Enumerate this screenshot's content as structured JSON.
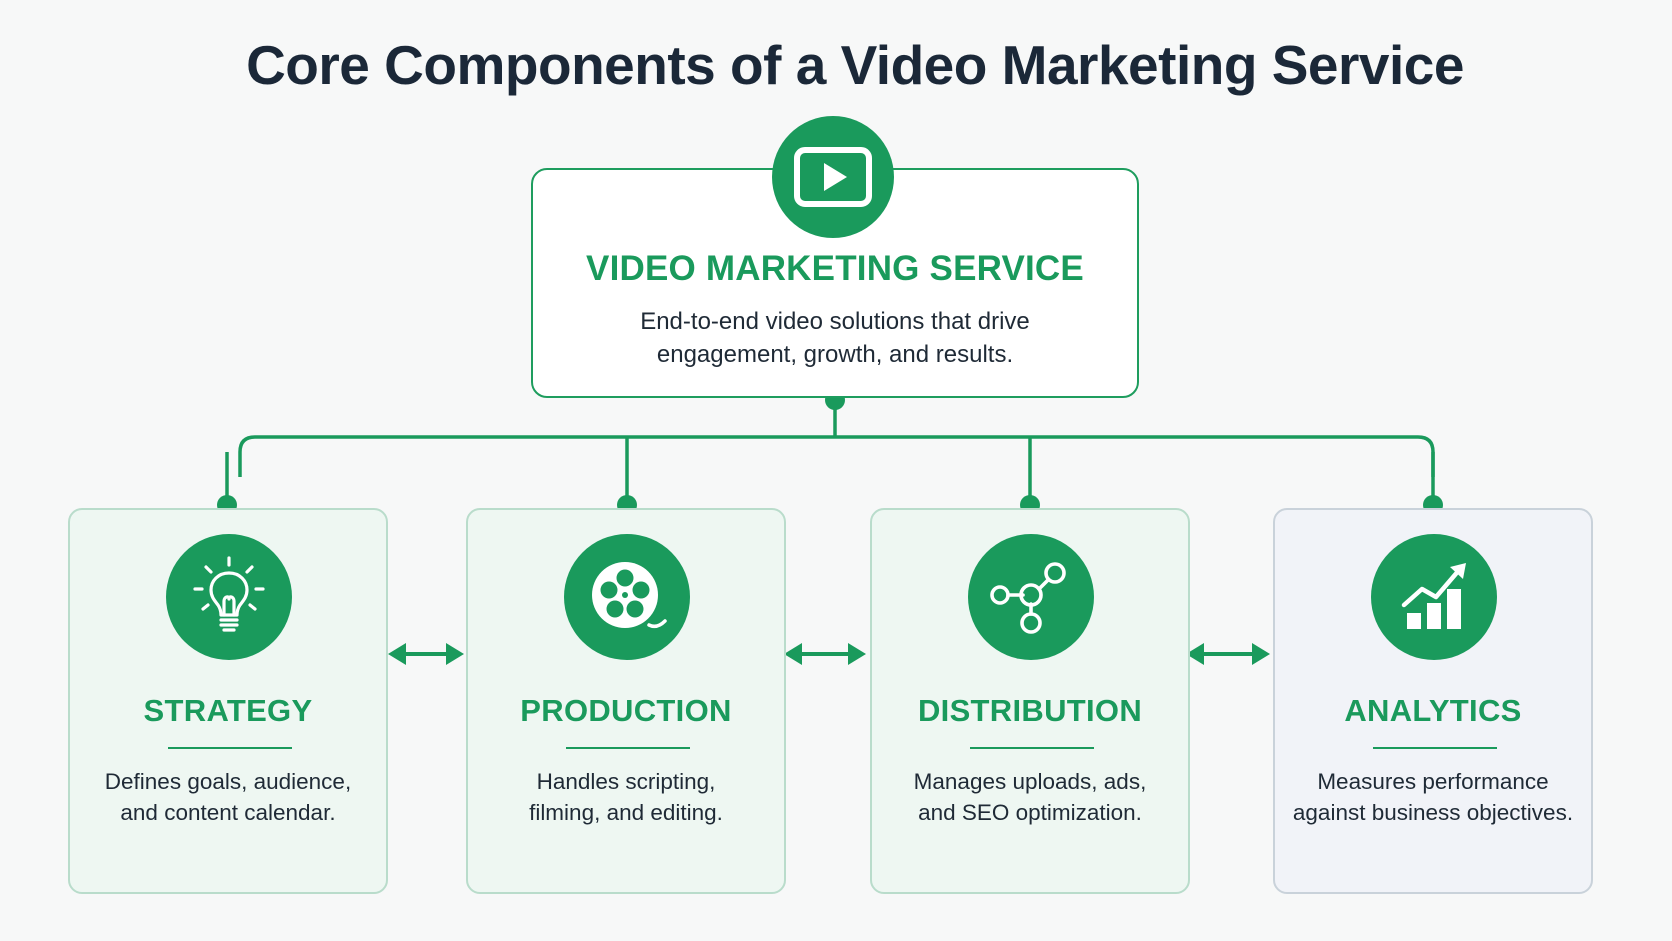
{
  "title": "Core Components of a Video Marketing Service",
  "colors": {
    "accent_green": "#1a9a5c",
    "title_dark": "#1b2838",
    "card_background": "#eef7f2",
    "card_border": "#b9dccb",
    "page_background": "#f7f8f8"
  },
  "main": {
    "icon": "play-video-icon",
    "title": "VIDEO MARKETING SERVICE",
    "desc_line1": "End-to-end video solutions that drive",
    "desc_line2": "engagement, growth, and results."
  },
  "components": [
    {
      "icon": "lightbulb-icon",
      "title": "STRATEGY",
      "desc_line1": "Defines goals, audience,",
      "desc_line2": "and content calendar."
    },
    {
      "icon": "film-reel-icon",
      "title": "PRODUCTION",
      "desc_line1": "Handles scripting,",
      "desc_line2": "filming, and editing."
    },
    {
      "icon": "network-share-icon",
      "title": "DISTRIBUTION",
      "desc_line1": "Manages uploads, ads,",
      "desc_line2": "and SEO optimization."
    },
    {
      "icon": "growth-chart-icon",
      "title": "ANALYTICS",
      "desc_line1": "Measures performance",
      "desc_line2": "against business objectives."
    }
  ]
}
